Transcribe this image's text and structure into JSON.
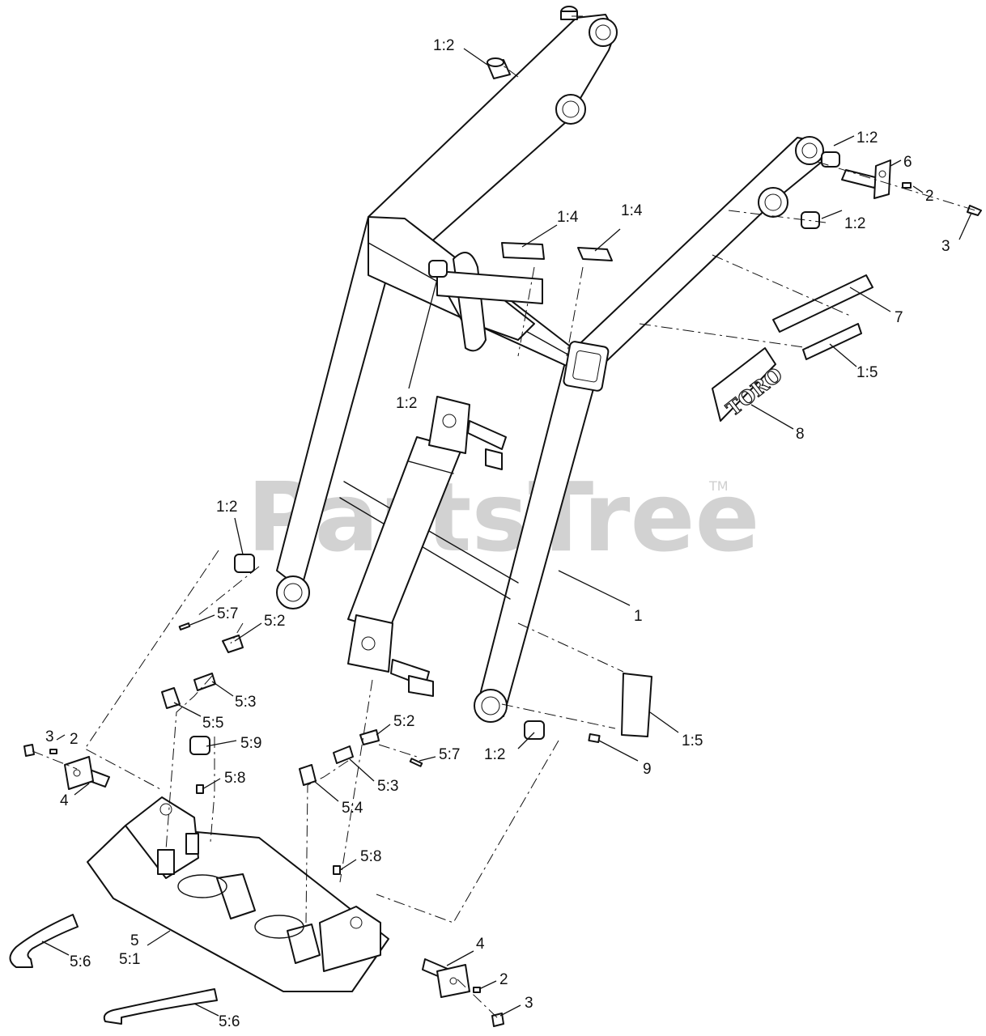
{
  "watermark": {
    "text": "PartsTree",
    "trademark": "TM"
  },
  "logo_text": "TORO",
  "callouts": [
    {
      "id": "c-1-2-top",
      "text": "1:2"
    },
    {
      "id": "c-1-2-rt",
      "text": "1:2"
    },
    {
      "id": "c-6",
      "text": "6"
    },
    {
      "id": "c-2-rt",
      "text": "2"
    },
    {
      "id": "c-3-rt",
      "text": "3"
    },
    {
      "id": "c-1-2-rt2",
      "text": "1:2"
    },
    {
      "id": "c-1-4a",
      "text": "1:4"
    },
    {
      "id": "c-1-4b",
      "text": "1:4"
    },
    {
      "id": "c-7",
      "text": "7"
    },
    {
      "id": "c-1-5a",
      "text": "1:5"
    },
    {
      "id": "c-8",
      "text": "8"
    },
    {
      "id": "c-1-2-mid",
      "text": "1:2"
    },
    {
      "id": "c-1-2-left",
      "text": "1:2"
    },
    {
      "id": "c-1",
      "text": "1"
    },
    {
      "id": "c-5-7a",
      "text": "5:7"
    },
    {
      "id": "c-5-2a",
      "text": "5:2"
    },
    {
      "id": "c-5-3a",
      "text": "5:3"
    },
    {
      "id": "c-5-5",
      "text": "5:5"
    },
    {
      "id": "c-3-lt",
      "text": "3"
    },
    {
      "id": "c-2-lt",
      "text": "2"
    },
    {
      "id": "c-5-9",
      "text": "5:9"
    },
    {
      "id": "c-4-lt",
      "text": "4"
    },
    {
      "id": "c-5-8a",
      "text": "5:8"
    },
    {
      "id": "c-5-2b",
      "text": "5:2"
    },
    {
      "id": "c-5-7b",
      "text": "5:7"
    },
    {
      "id": "c-5-3b",
      "text": "5:3"
    },
    {
      "id": "c-5-4",
      "text": "5:4"
    },
    {
      "id": "c-1-2-bot",
      "text": "1:2"
    },
    {
      "id": "c-1-5b",
      "text": "1:5"
    },
    {
      "id": "c-9",
      "text": "9"
    },
    {
      "id": "c-5-8b",
      "text": "5:8"
    },
    {
      "id": "c-5",
      "text": "5"
    },
    {
      "id": "c-5-1",
      "text": "5:1"
    },
    {
      "id": "c-5-6a",
      "text": "5:6"
    },
    {
      "id": "c-4-bt",
      "text": "4"
    },
    {
      "id": "c-2-bt",
      "text": "2"
    },
    {
      "id": "c-3-bt",
      "text": "3"
    },
    {
      "id": "c-5-6b",
      "text": "5:6"
    }
  ]
}
